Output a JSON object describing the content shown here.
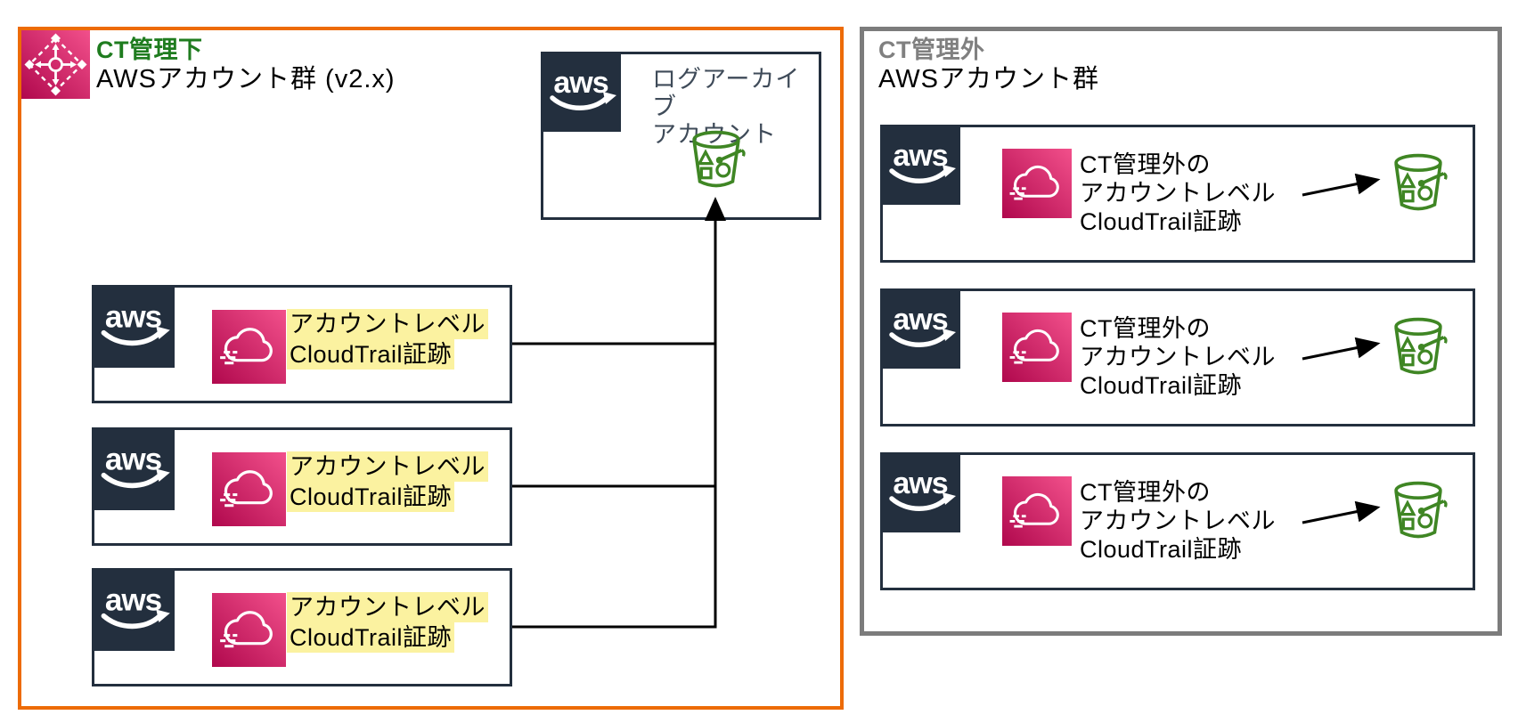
{
  "logos": {
    "aws": "aws"
  },
  "managed_group": {
    "title": "CT管理下",
    "subtitle": "AWSアカウント群 (v2.x)",
    "log_archive_account": {
      "label_line1": "ログアーカイブ",
      "label_line2": "アカウント"
    },
    "accounts": [
      {
        "line1": "アカウントレベル",
        "line2": "CloudTrail証跡"
      },
      {
        "line1": "アカウントレベル",
        "line2": "CloudTrail証跡"
      },
      {
        "line1": "アカウントレベル",
        "line2": "CloudTrail証跡"
      }
    ]
  },
  "unmanaged_group": {
    "title": "CT管理外",
    "subtitle": "AWSアカウント群",
    "accounts": [
      {
        "line1": "CT管理外の",
        "line2": "アカウントレベル",
        "line3": "CloudTrail証跡"
      },
      {
        "line1": "CT管理外の",
        "line2": "アカウントレベル",
        "line3": "CloudTrail証跡"
      },
      {
        "line1": "CT管理外の",
        "line2": "アカウントレベル",
        "line3": "CloudTrail証跡"
      }
    ]
  },
  "icons": {
    "control_tower": "control-tower-icon",
    "cloudtrail": "cloudtrail-icon",
    "s3_bucket": "s3-bucket-icon",
    "aws_logo": "aws-logo"
  },
  "colors": {
    "managed_border": "#ED6B06",
    "managed_title_green": "#1F7C1F",
    "unmanaged_border": "#7C7C7C",
    "unmanaged_title_gray": "#808080",
    "account_box_border": "#232F3E",
    "aws_logo_bg": "#232F3E",
    "text_highlight_yellow": "#FBF2A0",
    "bucket_green": "#3F8624",
    "cloudtrail_pink_light": "#F2508B",
    "cloudtrail_pink_dark": "#B0084D",
    "log_archive_label": "#3F4B59",
    "connector_black": "#000000"
  }
}
